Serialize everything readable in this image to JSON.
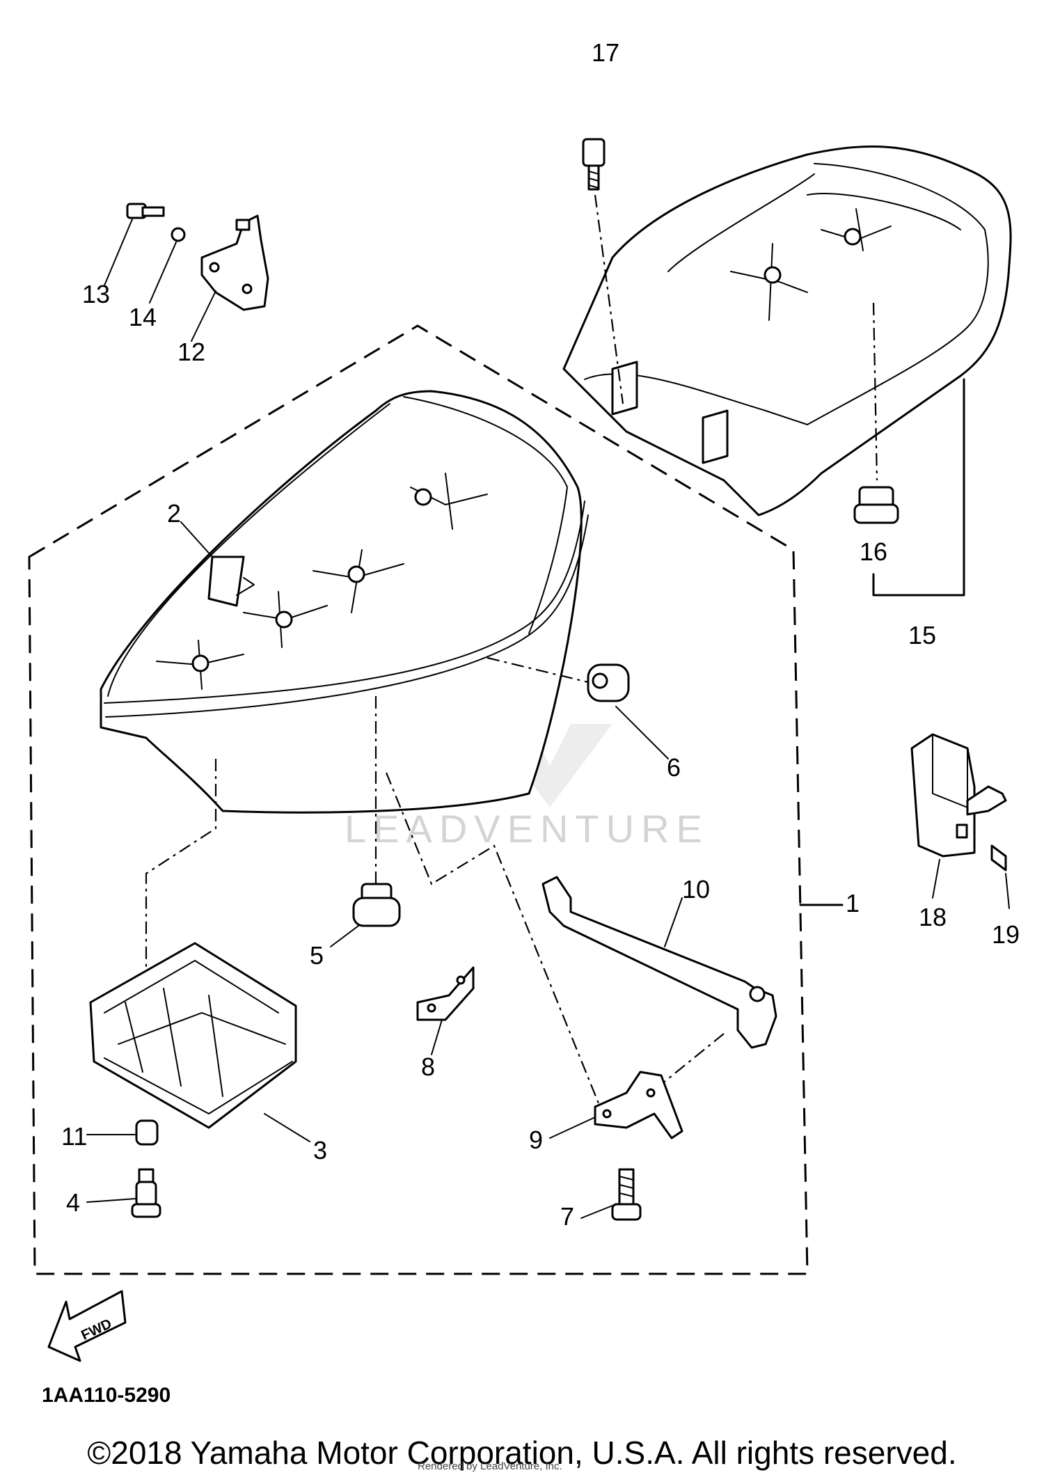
{
  "diagram": {
    "callouts": {
      "c1": "1",
      "c2": "2",
      "c3": "3",
      "c4": "4",
      "c5": "5",
      "c6": "6",
      "c7": "7",
      "c8": "8",
      "c9": "9",
      "c10": "10",
      "c11": "11",
      "c12": "12",
      "c13": "13",
      "c14": "14",
      "c15": "15",
      "c16": "16",
      "c17": "17",
      "c18": "18",
      "c19": "19"
    },
    "fwd_arrow_label": "FWD",
    "diagram_code": "1AA110-5290",
    "watermark": "LEADVENTURE"
  },
  "footer": {
    "copyright": "©2018 Yamaha Motor Corporation, U.S.A. All rights reserved.",
    "rendered_by": "Rendered by LeadVenture, Inc."
  }
}
